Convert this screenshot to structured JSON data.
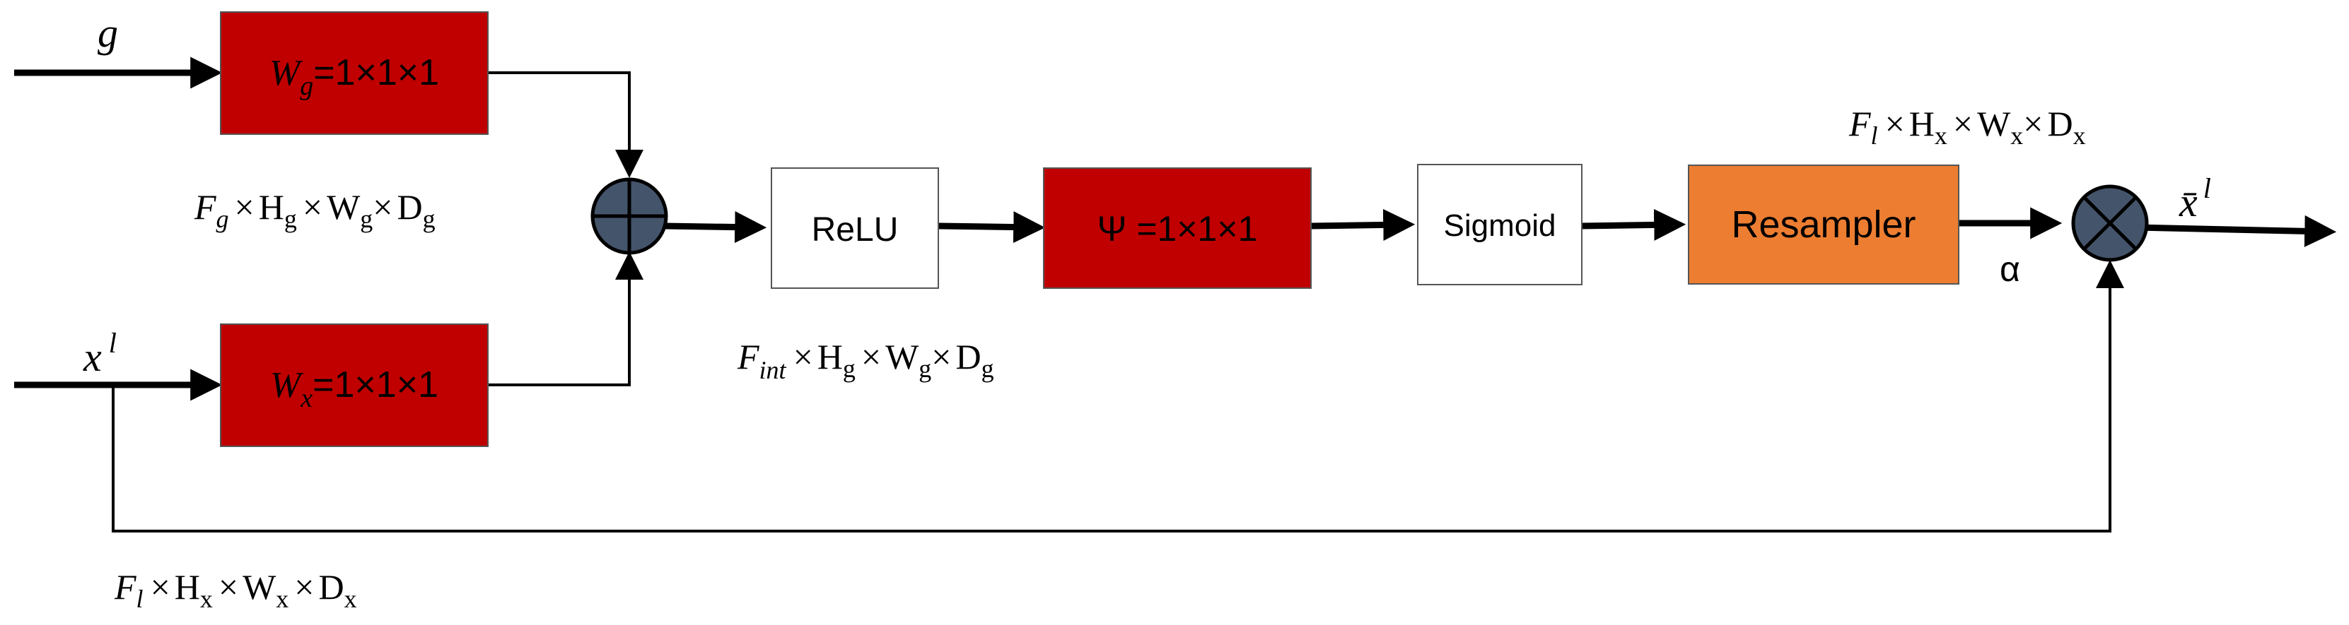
{
  "inputs": {
    "g": "g",
    "x_base": "x",
    "x_sup": "l"
  },
  "blocks": {
    "wg": {
      "base": "W",
      "sub": "g",
      "rest": "=1×1×1",
      "color": "#c00000"
    },
    "wx": {
      "base": "W",
      "sub": "x",
      "rest": "=1×1×1",
      "color": "#c00000"
    },
    "relu": {
      "label": "ReLU"
    },
    "psi": {
      "label": "Ψ =1×1×1",
      "color": "#c00000"
    },
    "sigmoid": {
      "label": "Sigmoid"
    },
    "resampler": {
      "label": "Resampler",
      "color": "#ed7d31"
    }
  },
  "operators": {
    "add": {
      "symbol": "plus",
      "color": "#44546a"
    },
    "mul": {
      "symbol": "times",
      "color": "#44546a"
    }
  },
  "labels": {
    "alpha": "α",
    "output_base": "x̄",
    "output_sup": "l",
    "dim_g": {
      "F": "F",
      "Fsub": "g",
      "H": "H",
      "Hsub": "g",
      "W": "W",
      "Wsub": "g",
      "D": "D",
      "Dsub": "g"
    },
    "dim_int": {
      "F": "F",
      "Fsub": "int",
      "H": "H",
      "Hsub": "g",
      "W": "W",
      "Wsub": "g",
      "D": "D",
      "Dsub": "g"
    },
    "dim_l_top": {
      "F": "F",
      "Fsub": "l",
      "H": "H",
      "Hsub": "x",
      "W": "W",
      "Wsub": "x",
      "D": "D",
      "Dsub": "x"
    },
    "dim_l_bottom": {
      "F": "F",
      "Fsub": "l",
      "H": "H",
      "Hsub": "x",
      "W": "W",
      "Wsub": "x",
      "D": "D",
      "Dsub": "x"
    },
    "times": "×"
  }
}
